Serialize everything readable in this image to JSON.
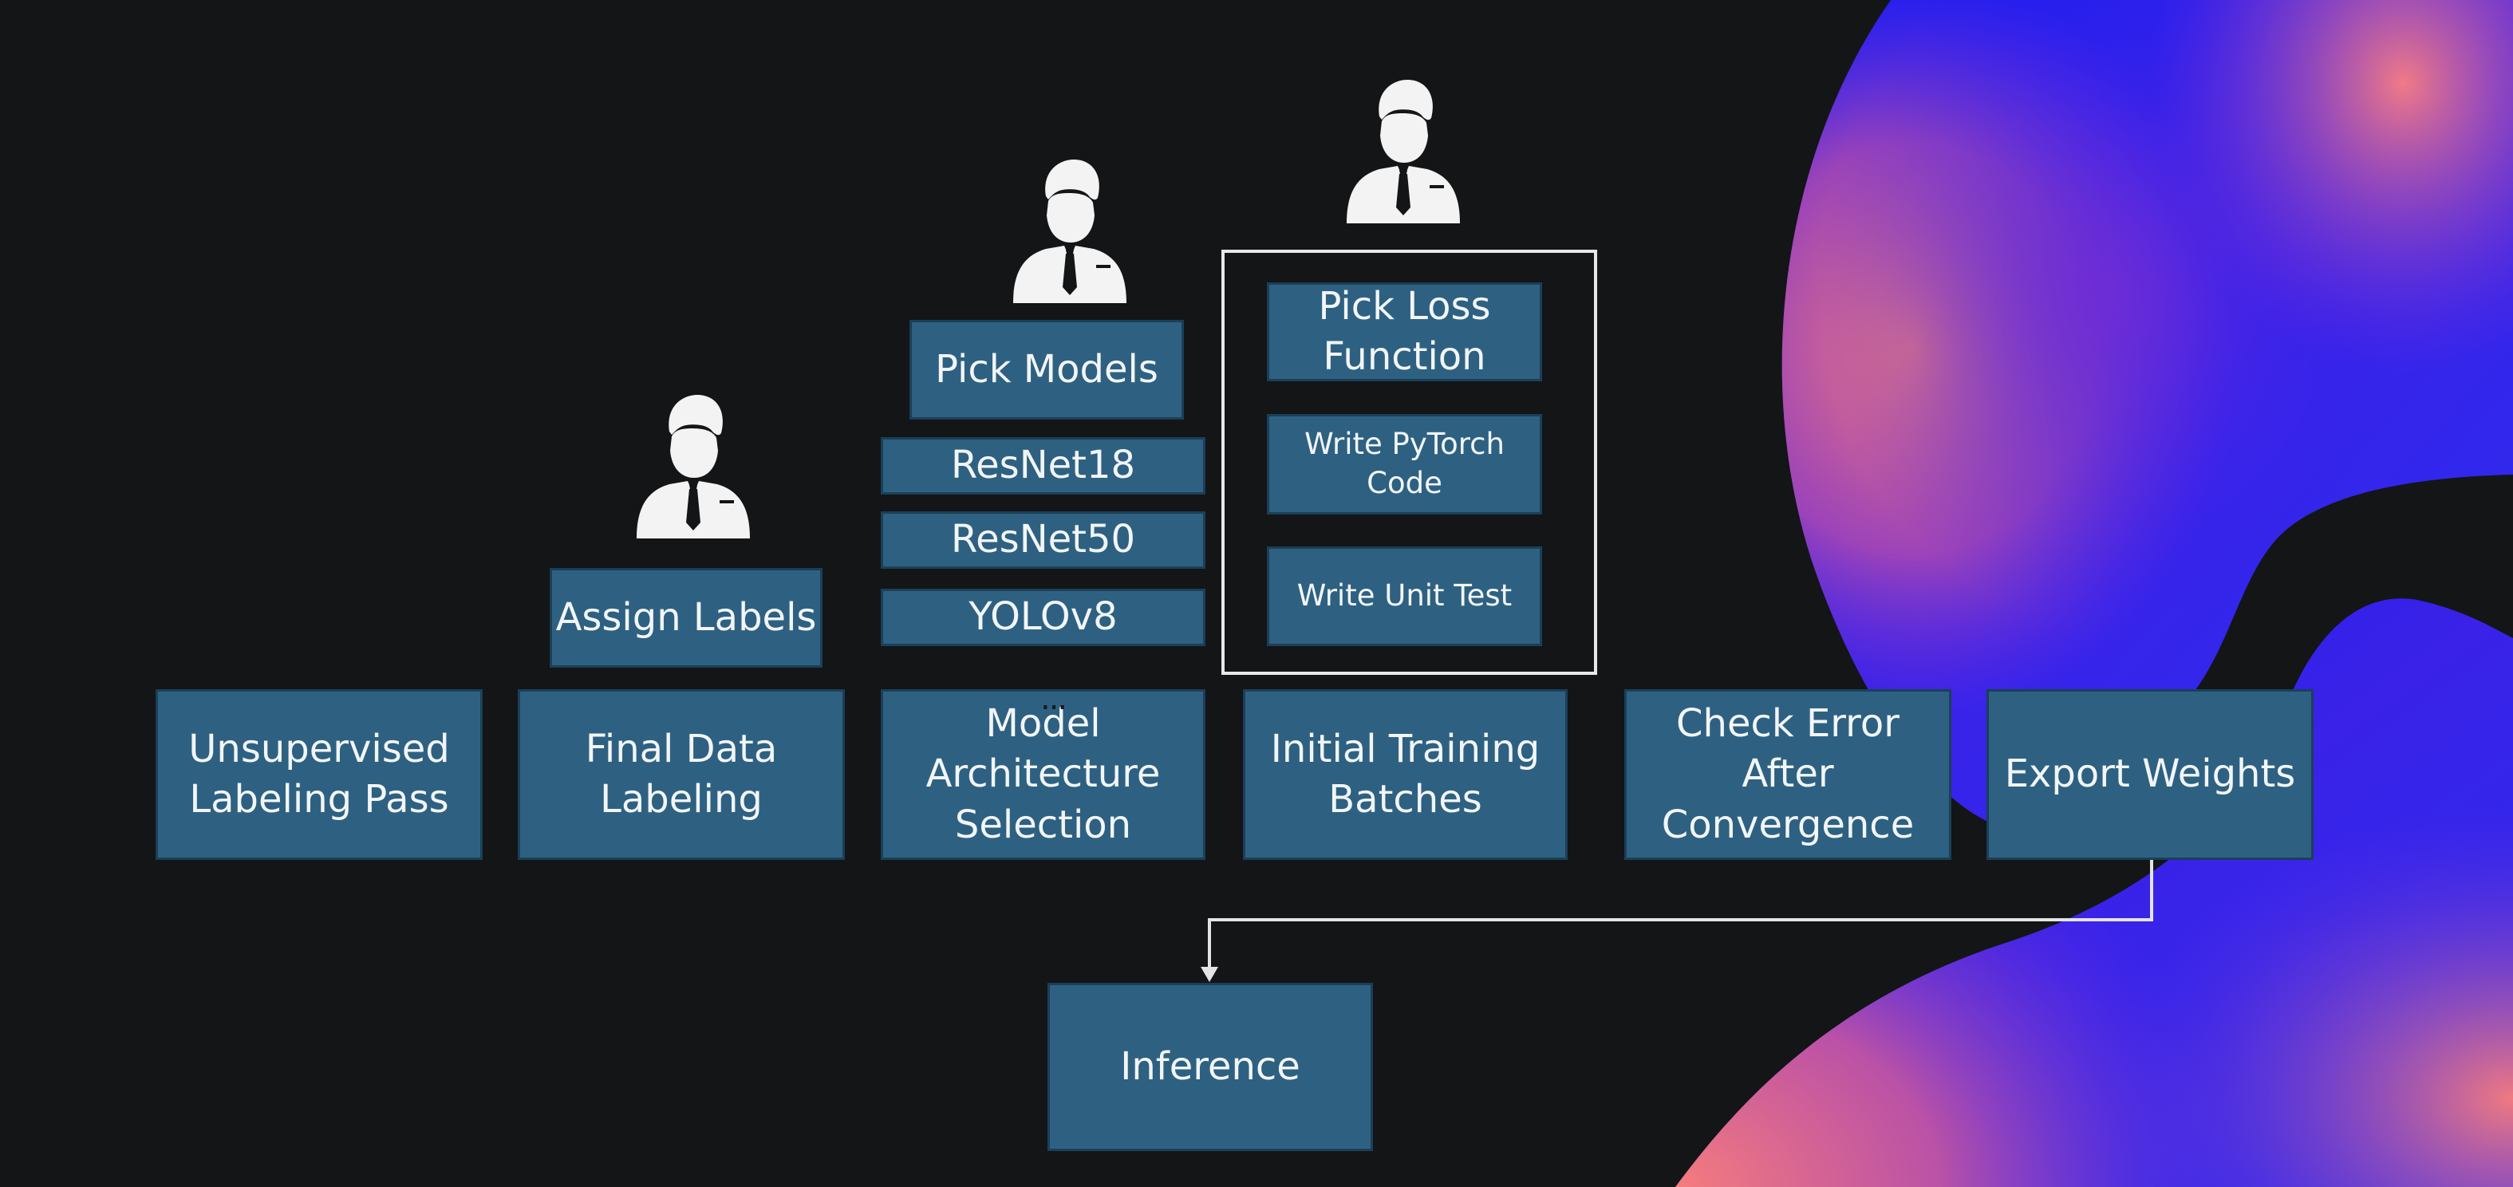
{
  "colors": {
    "background": "#131517",
    "box_fill": "#2e6181",
    "box_border": "#1b3f58",
    "text": "#f2f5f7",
    "connector": "#e4e4e4",
    "blob_pink": "#f07a7a",
    "blob_violet": "#7a2bd8",
    "blob_blue": "#1a1aee"
  },
  "pipeline": {
    "unsupervised": "Unsupervised Labeling Pass",
    "final_data": "Final Data Labeling",
    "model_arch": "Model Architecture Selection",
    "initial_training": "Initial Training Batches",
    "check_error": "Check Error After Convergence",
    "export_weights": "Export Weights",
    "inference": "Inference"
  },
  "human_tasks": {
    "assign_labels": "Assign Labels",
    "pick_models": "Pick Models",
    "models": [
      "ResNet18",
      "ResNet50",
      "YOLOv8"
    ],
    "more_indicator": "...",
    "pick_loss": "Pick Loss Function",
    "write_code": "Write PyTorch Code",
    "write_test": "Write Unit Test"
  },
  "icons": {
    "person": "person-in-suit-icon",
    "arrow": "arrow-down-icon"
  }
}
